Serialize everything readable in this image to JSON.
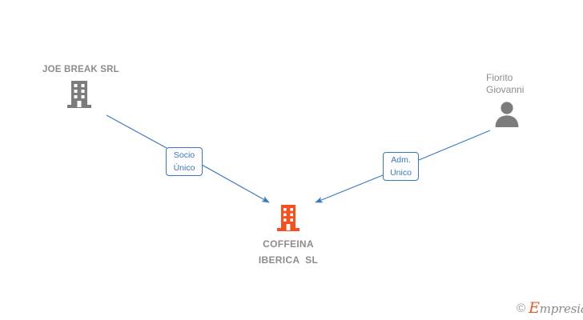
{
  "diagram": {
    "type": "corporate-relationship-graph",
    "background_color": "#ffffff",
    "nodes": [
      {
        "id": "joe-break-srl",
        "label": "JOE BREAK SRL",
        "icon": "building-icon",
        "icon_color": "#7c7c7c",
        "text_color": "#8c8c8c",
        "role": "shareholder"
      },
      {
        "id": "fiorito-giovanni",
        "label_line1": "Fiorito",
        "label_line2": "Giovanni",
        "icon": "person-icon",
        "icon_color": "#7c7c7c",
        "text_color": "#8c8c8c",
        "role": "administrator"
      },
      {
        "id": "coffeina-iberica-sl",
        "label_line1": "COFFEINA",
        "label_line2": "IBERICA  SL",
        "icon": "building-icon",
        "icon_color": "#f4511e",
        "text_color": "#8c8c8c",
        "role": "subject-company"
      }
    ],
    "edges": [
      {
        "id": "socio-unico",
        "from": "joe-break-srl",
        "to": "coffeina-iberica-sl",
        "label_line1": "Socio",
        "label_line2": "Único",
        "color": "#3b78c3"
      },
      {
        "id": "adm-unico",
        "from": "fiorito-giovanni",
        "to": "coffeina-iberica-sl",
        "label_line1": "Adm.",
        "label_line2": "Unico",
        "color": "#3b78c3"
      }
    ]
  },
  "watermark": {
    "copyright": "©",
    "brand_initial": "E",
    "brand_rest": "mpresia",
    "accent_color": "#f05a28"
  }
}
